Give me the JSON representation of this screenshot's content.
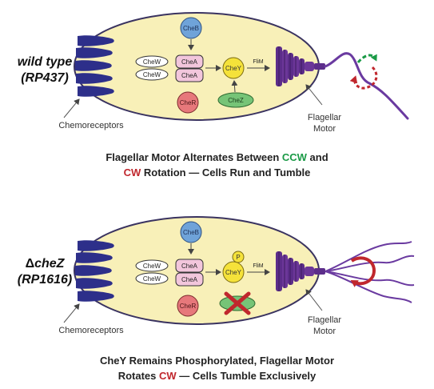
{
  "colors": {
    "cell_fill": "#f8f0b8",
    "cell_stroke": "#3a3360",
    "receptor": "#2d2f8a",
    "motor": "#5c2d8a",
    "cheB": "#6fa3d9",
    "cheR": "#e7787b",
    "cheA": "#f2c6dc",
    "cheY": "#f5e23a",
    "cheZ": "#76c477",
    "ccw_green": "#1a9a46",
    "cw_red": "#c0272d"
  },
  "panel1": {
    "strain_name": "wild type",
    "strain_id": "(RP437)",
    "cheB": "CheB",
    "cheR": "CheR",
    "cheW1": "CheW",
    "cheW2": "CheW",
    "cheA1": "CheA",
    "cheA2": "CheA",
    "cheY": "CheY",
    "cheZ": "CheZ",
    "flim": "FliM",
    "chemoreceptors": "Chemoreceptors",
    "motor_line1": "Flagellar",
    "motor_line2": "Motor",
    "caption": {
      "line1_a": "Flagellar Motor Alternates Between ",
      "line1_ccw": "CCW",
      "line1_b": " and",
      "line2_cw": "CW",
      "line2_b": " Rotation — Cells Run and Tumble"
    }
  },
  "panel2": {
    "strain_symbol": "Δ",
    "strain_name": "cheZ",
    "strain_id": "(RP1616)",
    "cheB": "CheB",
    "cheR": "CheR",
    "cheW1": "CheW",
    "cheW2": "CheW",
    "cheA1": "CheA",
    "cheA2": "CheA",
    "cheY": "CheY",
    "phospho": "P",
    "flim": "FliM",
    "chemoreceptors": "Chemoreceptors",
    "motor_line1": "Flagellar",
    "motor_line2": "Motor",
    "caption": {
      "line1": "CheY Remains Phosphorylated, Flagellar Motor",
      "line2_a": "Rotates ",
      "line2_cw": "CW",
      "line2_b": " — Cells Tumble Exclusively"
    }
  }
}
